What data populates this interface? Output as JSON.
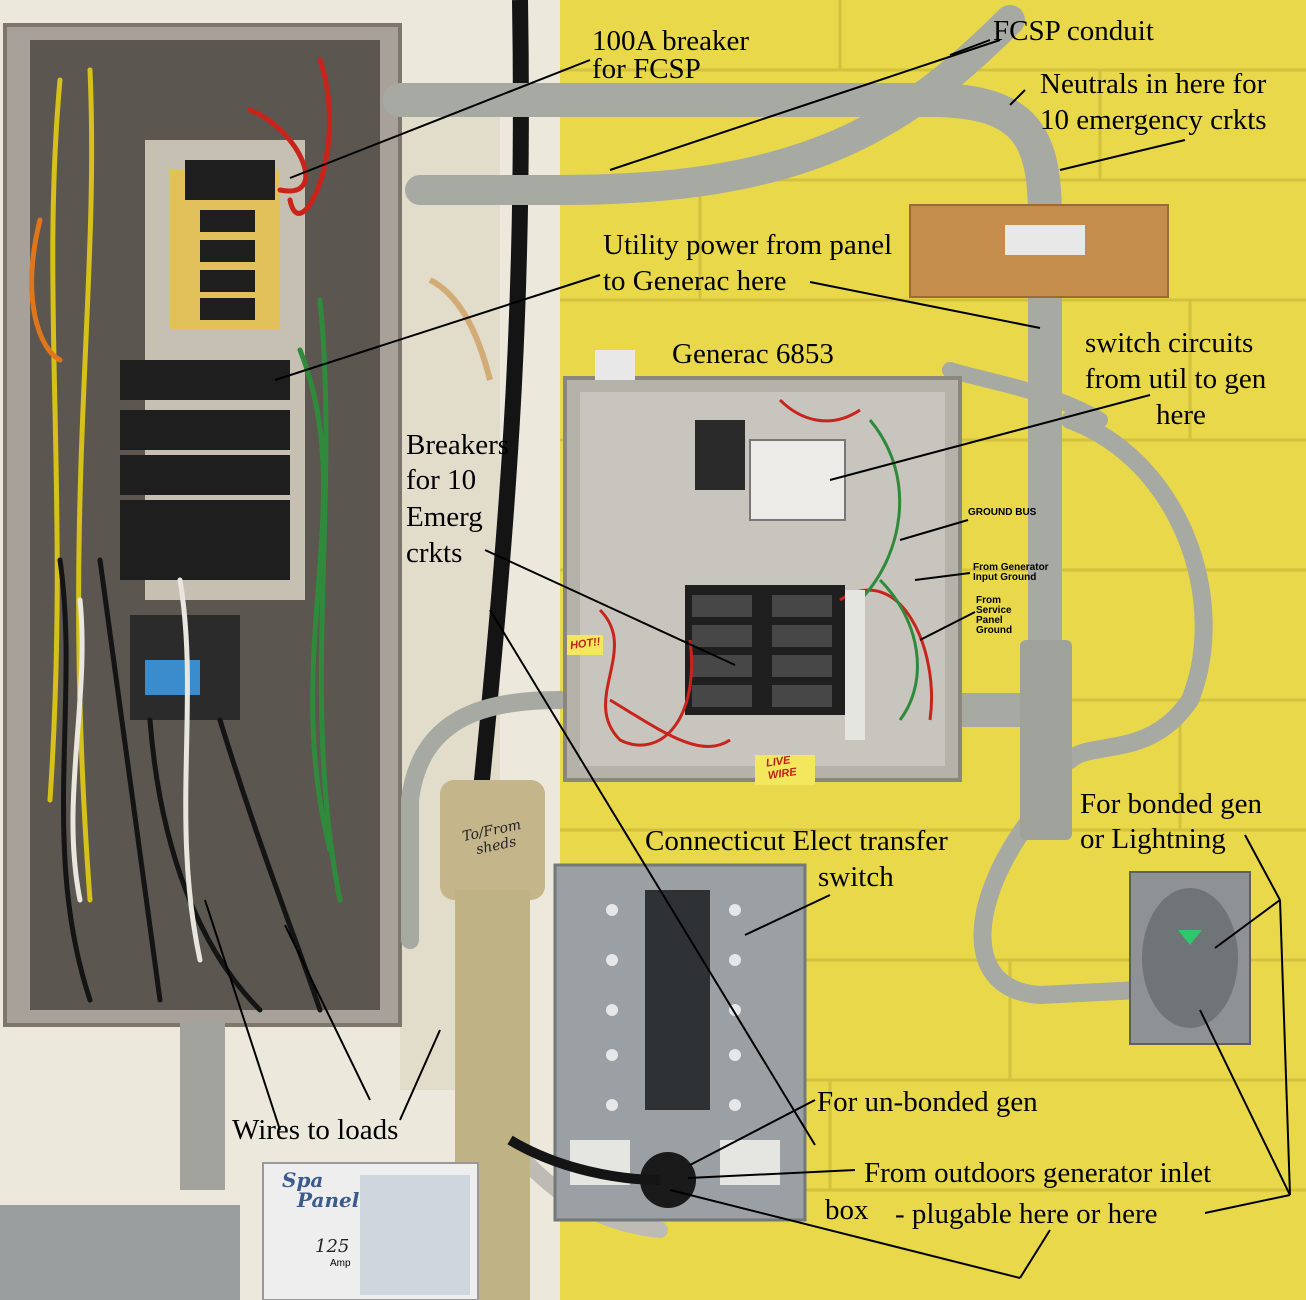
{
  "labels": {
    "breaker_100a": [
      "100A breaker",
      "for FCSP"
    ],
    "fcsp_conduit": "FCSP conduit",
    "neutrals": [
      "Neutrals in here for",
      "10 emergency crkts"
    ],
    "utility_power": [
      "Utility power from panel",
      "to Generac here"
    ],
    "generac": "Generac 6853",
    "switch_circuits": [
      "switch circuits",
      "from util to gen",
      "here"
    ],
    "breakers_emerg": [
      "Breakers",
      "for 10",
      "Emerg",
      "crkts"
    ],
    "ground_bus": "GROUND BUS",
    "from_generator": [
      "From Generator",
      "Input Ground"
    ],
    "from_service": [
      "From",
      "Service",
      "Panel",
      "Ground"
    ],
    "ct_transfer": [
      "Connecticut Elect transfer",
      "switch"
    ],
    "bonded_gen": [
      "For bonded gen",
      "or Lightning"
    ],
    "unbonded_gen": "For un-bonded gen",
    "from_outdoors": [
      "From  outdoors generator inlet",
      "box",
      "- plugable here or here"
    ],
    "wires_to_loads": "Wires to loads"
  },
  "tags": {
    "hot": "HOT!!",
    "live_wire": [
      "LIVE",
      "WIRE"
    ]
  },
  "handwriting": [
    "To/From",
    "sheds"
  ],
  "spa_panel": {
    "title": [
      "Spa",
      "Panel"
    ],
    "rating": "125",
    "unit": "Amp"
  },
  "colors": {
    "wall": "#e8d84a",
    "panel_grey": "#a8a49c",
    "conduit": "#a7a9a3",
    "wire_red": "#c9241c",
    "wire_green": "#2f8a3c",
    "wire_black": "#141414",
    "wood": "#c58d4b"
  }
}
